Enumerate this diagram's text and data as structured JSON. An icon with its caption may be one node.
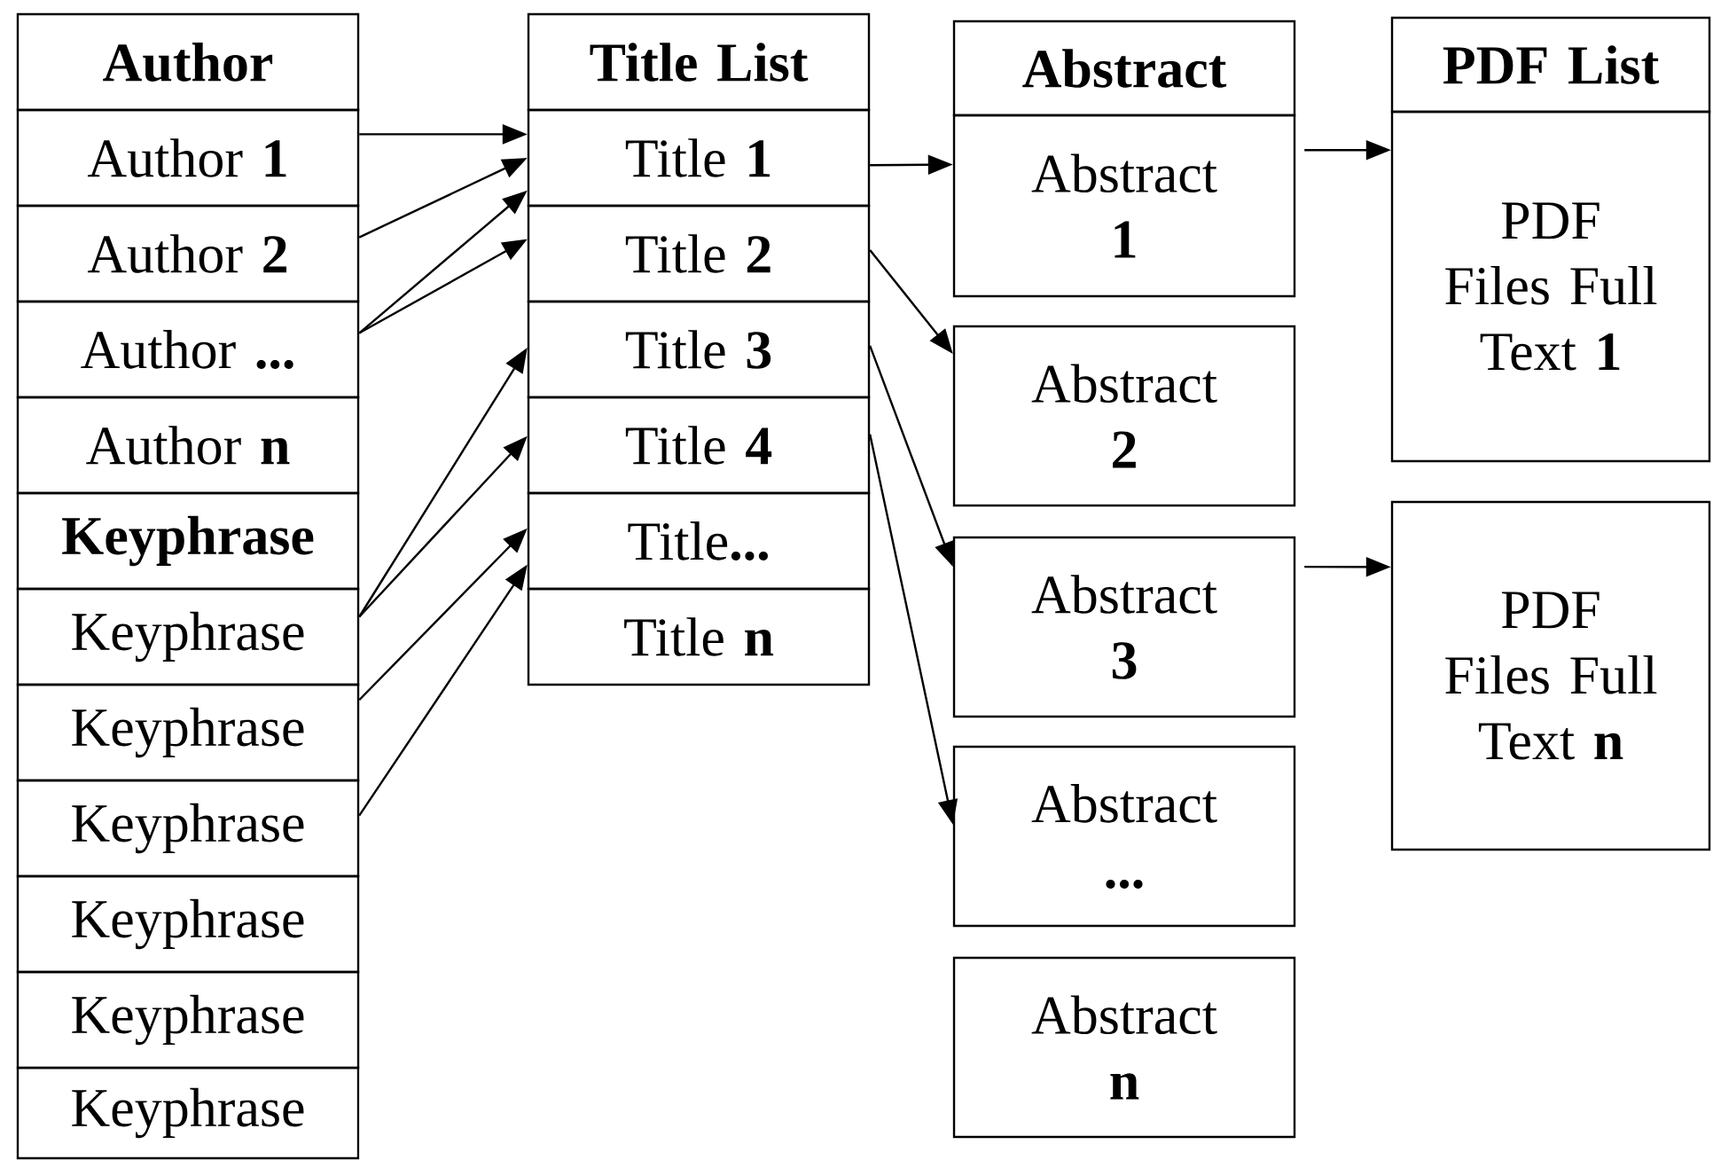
{
  "diagram": {
    "nodes": [
      {
        "text": [
          "Author"
        ]
      },
      {
        "text": [
          "Author **1**"
        ]
      },
      {
        "text": [
          "Author **2**"
        ]
      },
      {
        "text": [
          "Author **...**"
        ]
      },
      {
        "text": [
          "Author **n**"
        ]
      },
      {
        "text": [
          "Keyphrase"
        ]
      },
      {
        "text": [
          "Keyphrase"
        ]
      },
      {
        "text": [
          "Keyphrase"
        ]
      },
      {
        "text": [
          "Keyphrase"
        ]
      },
      {
        "text": [
          "Keyphrase"
        ]
      },
      {
        "text": [
          "Keyphrase"
        ]
      },
      {
        "text": [
          "Keyphrase"
        ]
      },
      {
        "text": [
          "Title List"
        ]
      },
      {
        "text": [
          "Title **1**"
        ]
      },
      {
        "text": [
          "Title **2**"
        ]
      },
      {
        "text": [
          "Title **3**"
        ]
      },
      {
        "text": [
          "Title **4**"
        ]
      },
      {
        "text": [
          "Title**...**"
        ]
      },
      {
        "text": [
          "Title **n**"
        ]
      },
      {
        "text": [
          "Abstract"
        ]
      },
      {
        "text": [
          "Abstract **1**"
        ]
      },
      {
        "text": [
          "Abstract **2**"
        ]
      },
      {
        "text": [
          "Abstract **3**"
        ]
      },
      {
        "text": [
          "Abstract **...**"
        ]
      },
      {
        "text": [
          "Abstract **n**"
        ]
      },
      {
        "text": [
          "PDF List"
        ]
      },
      {
        "text": [
          "PDF Files Full Text **1**"
        ]
      },
      {
        "text": [
          "PDF Files Full Text **n**"
        ]
      }
    ],
    "edges": [
      {
        "from": 1,
        "to": 13,
        "arrow": "to"
      },
      {
        "from": 2,
        "to": 13,
        "arrow": "to"
      },
      {
        "from": 3,
        "to": 13,
        "arrow": "to"
      },
      {
        "from": 3,
        "to": 14,
        "arrow": "to"
      },
      {
        "from": 6,
        "to": 15,
        "arrow": "to"
      },
      {
        "from": 6,
        "to": 16,
        "arrow": "to"
      },
      {
        "from": 7,
        "to": 17,
        "arrow": "to"
      },
      {
        "from": 8,
        "to": 17,
        "arrow": "to"
      },
      {
        "from": 13,
        "to": 20,
        "arrow": "to"
      },
      {
        "from": 14,
        "to": 21,
        "arrow": "to"
      },
      {
        "from": 15,
        "to": 22,
        "arrow": "to"
      },
      {
        "from": 16,
        "to": 23,
        "arrow": "to"
      },
      {
        "from": 20,
        "to": 26,
        "arrow": "to"
      },
      {
        "from": 22,
        "to": 27,
        "arrow": "to"
      }
    ]
  }
}
